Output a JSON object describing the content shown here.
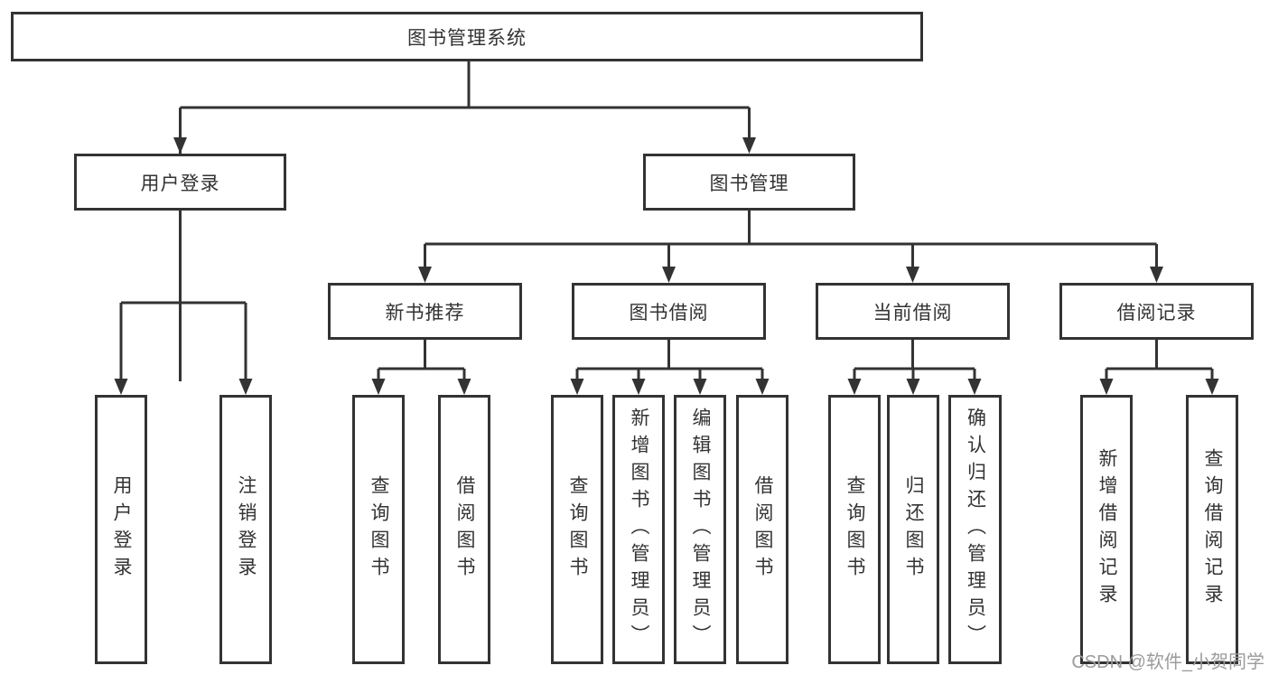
{
  "root": {
    "label": "图书管理系统"
  },
  "level2": [
    {
      "id": "user-login",
      "label": "用户登录"
    },
    {
      "id": "book-management",
      "label": "图书管理"
    }
  ],
  "level3": [
    {
      "id": "new-book-recommend",
      "parent": "图书管理",
      "label": "新书推荐"
    },
    {
      "id": "book-borrow",
      "parent": "图书管理",
      "label": "图书借阅"
    },
    {
      "id": "current-borrow",
      "parent": "图书管理",
      "label": "当前借阅"
    },
    {
      "id": "borrow-record",
      "parent": "图书管理",
      "label": "借阅记录"
    }
  ],
  "leaves": [
    {
      "parent": "用户登录",
      "label": "用户登录"
    },
    {
      "parent": "用户登录",
      "label": "注销登录"
    },
    {
      "parent": "新书推荐",
      "label": "查询图书"
    },
    {
      "parent": "新书推荐",
      "label": "借阅图书"
    },
    {
      "parent": "图书借阅",
      "label": "查询图书"
    },
    {
      "parent": "图书借阅",
      "label": "新增图书（管理员）"
    },
    {
      "parent": "图书借阅",
      "label": "编辑图书（管理员）"
    },
    {
      "parent": "图书借阅",
      "label": "借阅图书"
    },
    {
      "parent": "当前借阅",
      "label": "查询图书"
    },
    {
      "parent": "当前借阅",
      "label": "归还图书"
    },
    {
      "parent": "当前借阅",
      "label": "确认归还（管理员）"
    },
    {
      "parent": "借阅记录",
      "label": "新增借阅记录"
    },
    {
      "parent": "借阅记录",
      "label": "查询借阅记录"
    }
  ],
  "watermark": "CSDN @软件_小贺同学",
  "colors": {
    "line": "#333333",
    "text": "#333333",
    "watermark": "#9b9b9b",
    "background": "#ffffff"
  }
}
